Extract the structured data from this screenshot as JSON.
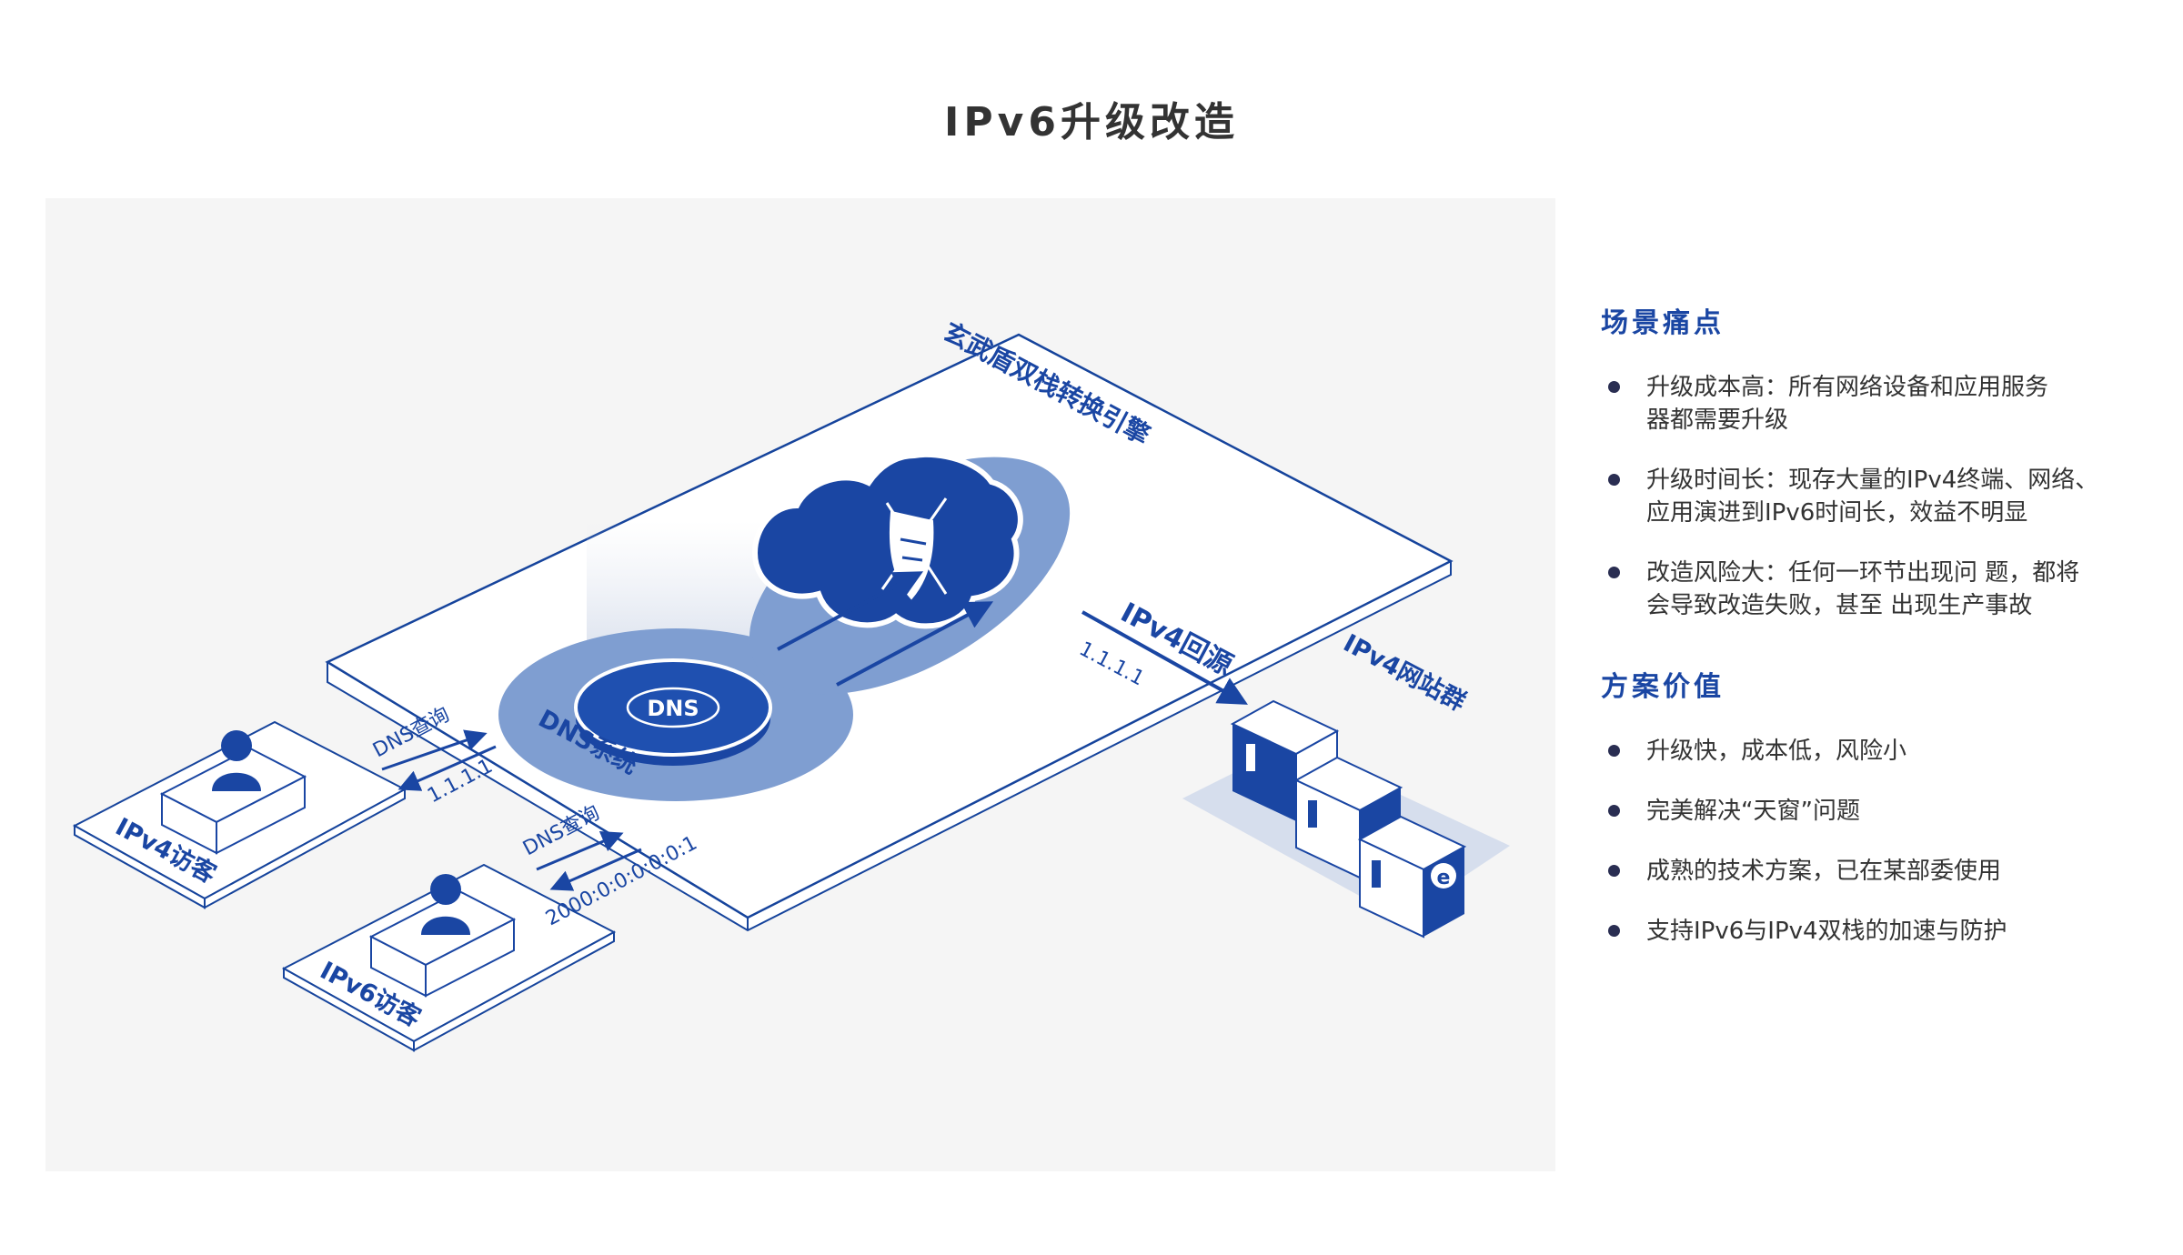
{
  "title": "IPv6升级改造",
  "colors": {
    "brand_blue": "#1a46a3",
    "platform_stroke": "#16449c",
    "panel_bg": "#f5f5f5",
    "halo_blue": "#7f9ed1",
    "bullet": "#2a2e52"
  },
  "diagram": {
    "engine_label": "玄武盾双栈转换引擎",
    "dns_label": "DNS系统",
    "dns_chip": "DNS",
    "origin_label": "IPv4回源",
    "origin_ip": "1.1.1.1",
    "server_group_label": "IPv4网站群",
    "ipv4_visitor_label": "IPv4访客",
    "ipv6_visitor_label": "IPv6访客",
    "ipv4_query": "DNS查询",
    "ipv4_answer": "1.1.1.1",
    "ipv6_query": "DNS查询",
    "ipv6_answer": "2000:0:0:0:0:0:1"
  },
  "pain_points": {
    "title": "场景痛点",
    "items": [
      {
        "line1": "升级成本高：所有网络设备和应用服务",
        "line2": "器都需要升级"
      },
      {
        "line1": "升级时间长：现存大量的IPv4终端、网络、",
        "line2": "应用演进到IPv6时间长，效益不明显"
      },
      {
        "line1": "改造风险大：任何一环节出现问 题，都将",
        "line2": "会导致改造失败，甚至 出现生产事故"
      }
    ]
  },
  "solution_value": {
    "title": "方案价值",
    "items": [
      "升级快，成本低，风险小",
      "完美解决“天窗”问题",
      "成熟的技术方案，已在某部委使用",
      "支持IPv6与IPv4双栈的加速与防护"
    ]
  }
}
